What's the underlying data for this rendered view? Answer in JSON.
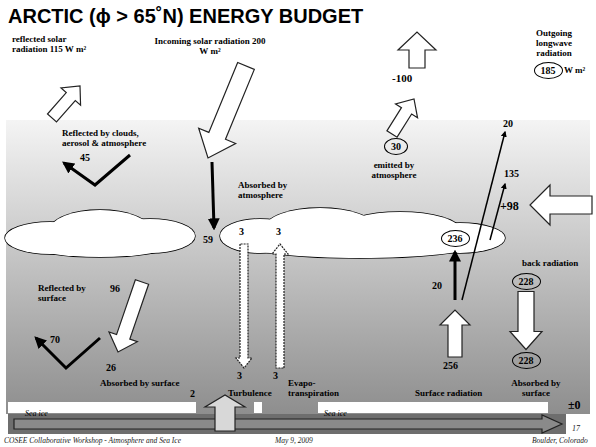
{
  "diagram": {
    "title": "ARCTIC (ϕ > 65˚N) ENERGY BUDGET",
    "nodes": [
      {
        "text": [
          "185"
        ]
      },
      {
        "text": [
          "30"
        ]
      },
      {
        "text": [
          "236"
        ]
      },
      {
        "text": [
          "228"
        ]
      },
      {
        "text": [
          "228"
        ]
      },
      {
        "text": [
          "Sea ice"
        ]
      },
      {
        "text": [
          "Sea ice"
        ]
      }
    ],
    "edges": [
      {
        "from": 3,
        "to": 4,
        "arrow": "to"
      }
    ],
    "labels": [
      "reflected solar radiation 115 W m²",
      "Incoming solar radiation 200 W m²",
      "-100",
      "Outgoing longwave radiation",
      "W m²",
      "Reflected by clouds, aerosol & atmosphere",
      "45",
      "emitted by atmosphere",
      "20",
      "135",
      "+98",
      "Absorbed by atmosphere",
      "59",
      "3",
      "3",
      "Reflected by surface",
      "96",
      "20",
      "back radiation",
      "70",
      "26",
      "256",
      "Absorbed by surface",
      "3",
      "3",
      "Turbulence",
      "Evapo-transpiration",
      "Surface radiation",
      "Absorbed by surface",
      "2",
      "±0",
      "COSEE Collaborative Workshop - Atmosphere and Sea Ice",
      "May 9, 2009",
      "Boulder, Colorado",
      "17"
    ]
  }
}
